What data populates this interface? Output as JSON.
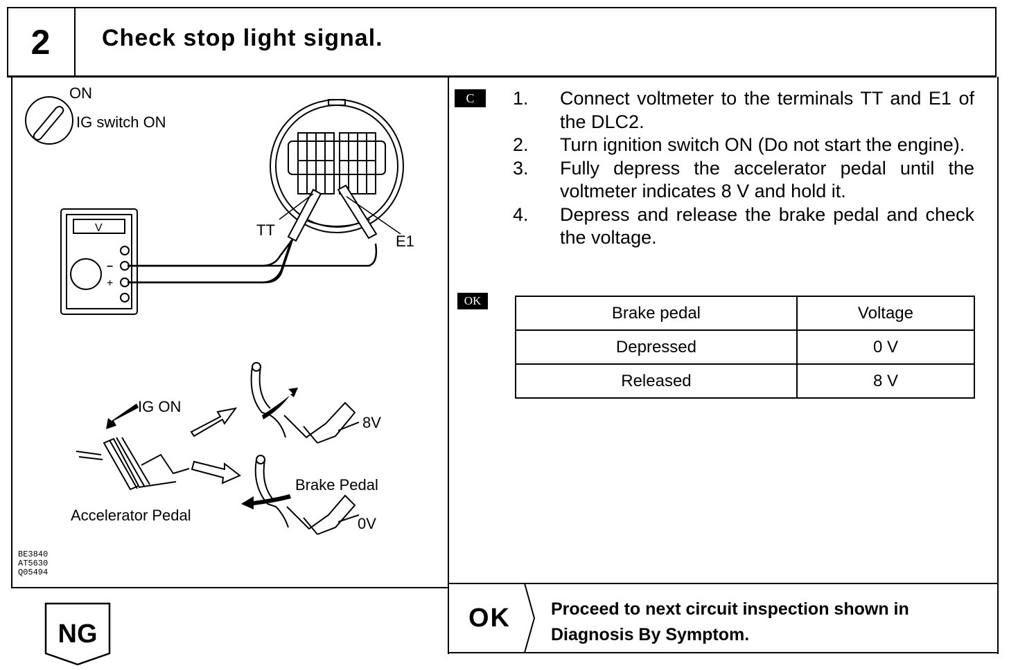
{
  "header": {
    "step_number": "2",
    "title": "Check stop light signal."
  },
  "illustration": {
    "switch_state": "ON",
    "switch_label": "IG switch ON",
    "voltmeter_label": "V",
    "minus_label": "−",
    "plus_label": "+",
    "terminal_tt": "TT",
    "terminal_e1": "E1",
    "ig_on_label": "IG ON",
    "voltage_high": "8V",
    "voltage_low": "0V",
    "brake_pedal_label": "Brake Pedal",
    "accelerator_pedal_label": "Accelerator Pedal",
    "figure_codes": [
      "BE3840",
      "AT5630",
      "Q05494"
    ]
  },
  "procedure": {
    "badge": "C",
    "steps": [
      {
        "num": "1.",
        "text": "Connect voltmeter to the terminals TT and E1 of the DLC2."
      },
      {
        "num": "2.",
        "text": "Turn ignition switch ON (Do not start the engine)."
      },
      {
        "num": "3.",
        "text": "Fully depress the accelerator pedal until the voltmeter indicates 8 V and hold it."
      },
      {
        "num": "4.",
        "text": "Depress and release the brake pedal and check the voltage."
      }
    ]
  },
  "ok_spec": {
    "badge": "OK",
    "headers": [
      "Brake pedal",
      "Voltage"
    ],
    "rows": [
      [
        "Depressed",
        "0 V"
      ],
      [
        "Released",
        "8 V"
      ]
    ]
  },
  "result_ok": {
    "label": "OK",
    "text": "Proceed to next circuit inspection shown in Diagnosis By Symptom."
  },
  "result_ng": {
    "label": "NG"
  }
}
